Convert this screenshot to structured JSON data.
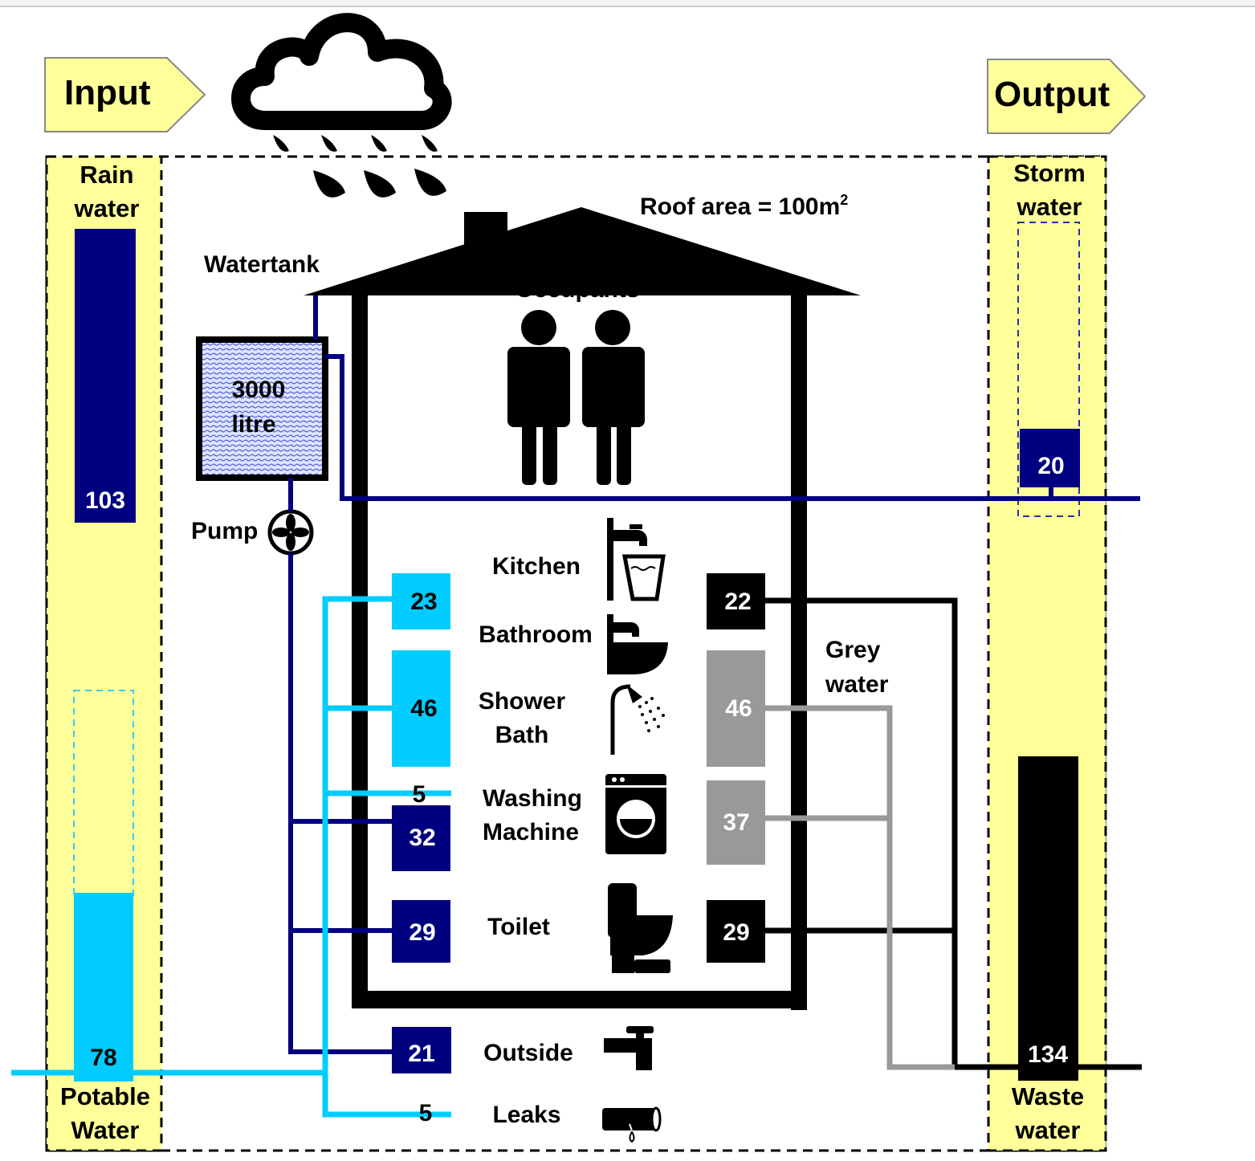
{
  "header": {
    "input_label": "Input",
    "output_label": "Output"
  },
  "left_column": {
    "rain_title_1": "Rain",
    "rain_title_2": "water",
    "rain_value": "103",
    "potable_title_1": "Potable",
    "potable_title_2": "Water",
    "potable_value": "78"
  },
  "right_column": {
    "storm_title_1": "Storm",
    "storm_title_2": "water",
    "storm_value": "20",
    "waste_title_1": "Waste",
    "waste_title_2": "water",
    "waste_value": "134"
  },
  "house": {
    "roof_area_label": "Roof area = 100m",
    "roof_area_sup": "2",
    "watertank_label": "Watertank",
    "tank_line_1": "3000",
    "tank_line_2": "litre",
    "pump_label": "Pump",
    "occupants_label": "Occupants",
    "grey_water_1": "Grey",
    "grey_water_2": "water"
  },
  "rooms": {
    "kitchen": "Kitchen",
    "bathroom": "Bathroom",
    "shower_1": "Shower",
    "shower_2": "Bath",
    "washing_1": "Washing",
    "washing_2": "Machine",
    "toilet": "Toilet",
    "outside": "Outside",
    "leaks": "Leaks"
  },
  "values": {
    "kitchen_bathroom_potable": "23",
    "shower_potable": "46",
    "washing_potable": "5",
    "washing_rain": "32",
    "toilet_rain": "29",
    "outside_rain": "21",
    "leaks_potable": "5",
    "kitchen_bathroom_black": "22",
    "shower_grey": "46",
    "washing_grey": "37",
    "toilet_black": "29"
  },
  "colors": {
    "rain_navy": "#000080",
    "potable_cyan": "#00ccff",
    "grey_water": "#999999",
    "black_water": "#000000",
    "column_yellow": "#ffff99"
  }
}
